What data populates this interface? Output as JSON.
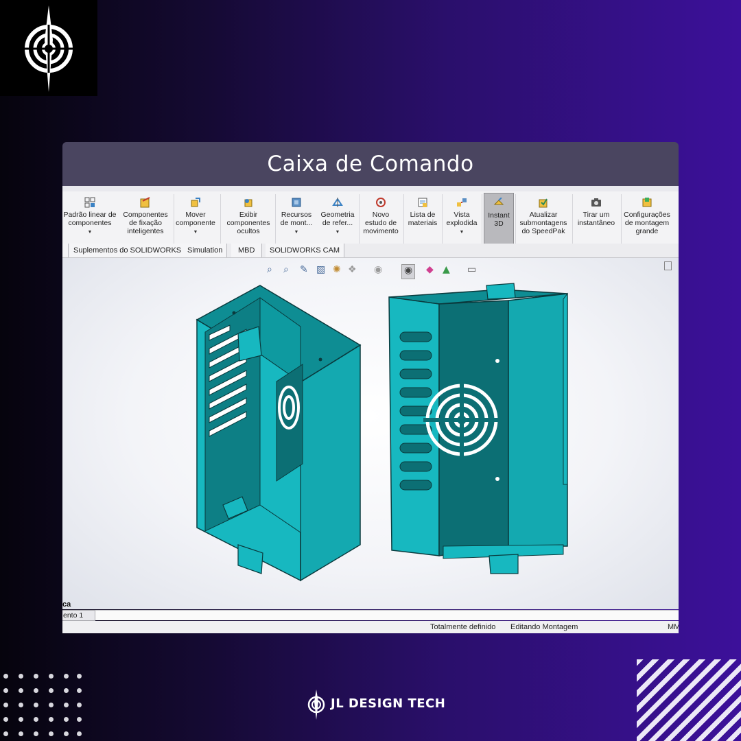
{
  "card": {
    "title": "Caixa de Comando"
  },
  "ribbon": [
    {
      "label": "Padrão linear de\ncomponentes",
      "icon": "linear-pattern-icon",
      "dropdown": true
    },
    {
      "label": "Componentes\nde fixação\ninteligentes",
      "icon": "smart-fasteners-icon",
      "dropdown": false
    },
    {
      "label": "Mover\ncomponente",
      "icon": "move-component-icon",
      "dropdown": true
    },
    {
      "label": "Exibir\ncomponentes\nocultos",
      "icon": "show-hidden-icon",
      "dropdown": false
    },
    {
      "label": "Recursos\nde mont...",
      "icon": "assembly-features-icon",
      "dropdown": true
    },
    {
      "label": "Geometria\nde refer...",
      "icon": "reference-geometry-icon",
      "dropdown": true
    },
    {
      "label": "Novo\nestudo de\nmovimento",
      "icon": "motion-study-icon",
      "dropdown": false
    },
    {
      "label": "Lista de\nmateriais",
      "icon": "bill-of-materials-icon",
      "dropdown": false
    },
    {
      "label": "Vista\nexplodida",
      "icon": "exploded-view-icon",
      "dropdown": true
    },
    {
      "label": "Instant\n3D",
      "icon": "instant3d-icon",
      "dropdown": false,
      "active": true
    },
    {
      "label": "Atualizar\nsubmontagens\ndo SpeedPak",
      "icon": "speedpak-icon",
      "dropdown": false
    },
    {
      "label": "Tirar um\ninstantâneo",
      "icon": "camera-icon",
      "dropdown": false
    },
    {
      "label": "Configurações\nde montagem\ngrande",
      "icon": "large-assembly-icon",
      "dropdown": false
    }
  ],
  "tabs": [
    "Suplementos do SOLIDWORKS",
    "Simulation",
    "MBD",
    "SOLIDWORKS CAM"
  ],
  "viewport": {
    "side_fragment": "ca",
    "tab_fragment": "ento 1"
  },
  "status": {
    "definition": "Totalmente definido",
    "mode": "Editando Montagem",
    "units": "MM"
  },
  "brand": {
    "name": "JL DESIGN TECH"
  },
  "colors": {
    "model": "#17b8c0",
    "model_dark": "#0e8d93",
    "card_header": "#4a4560",
    "accent": "#3c109a"
  }
}
